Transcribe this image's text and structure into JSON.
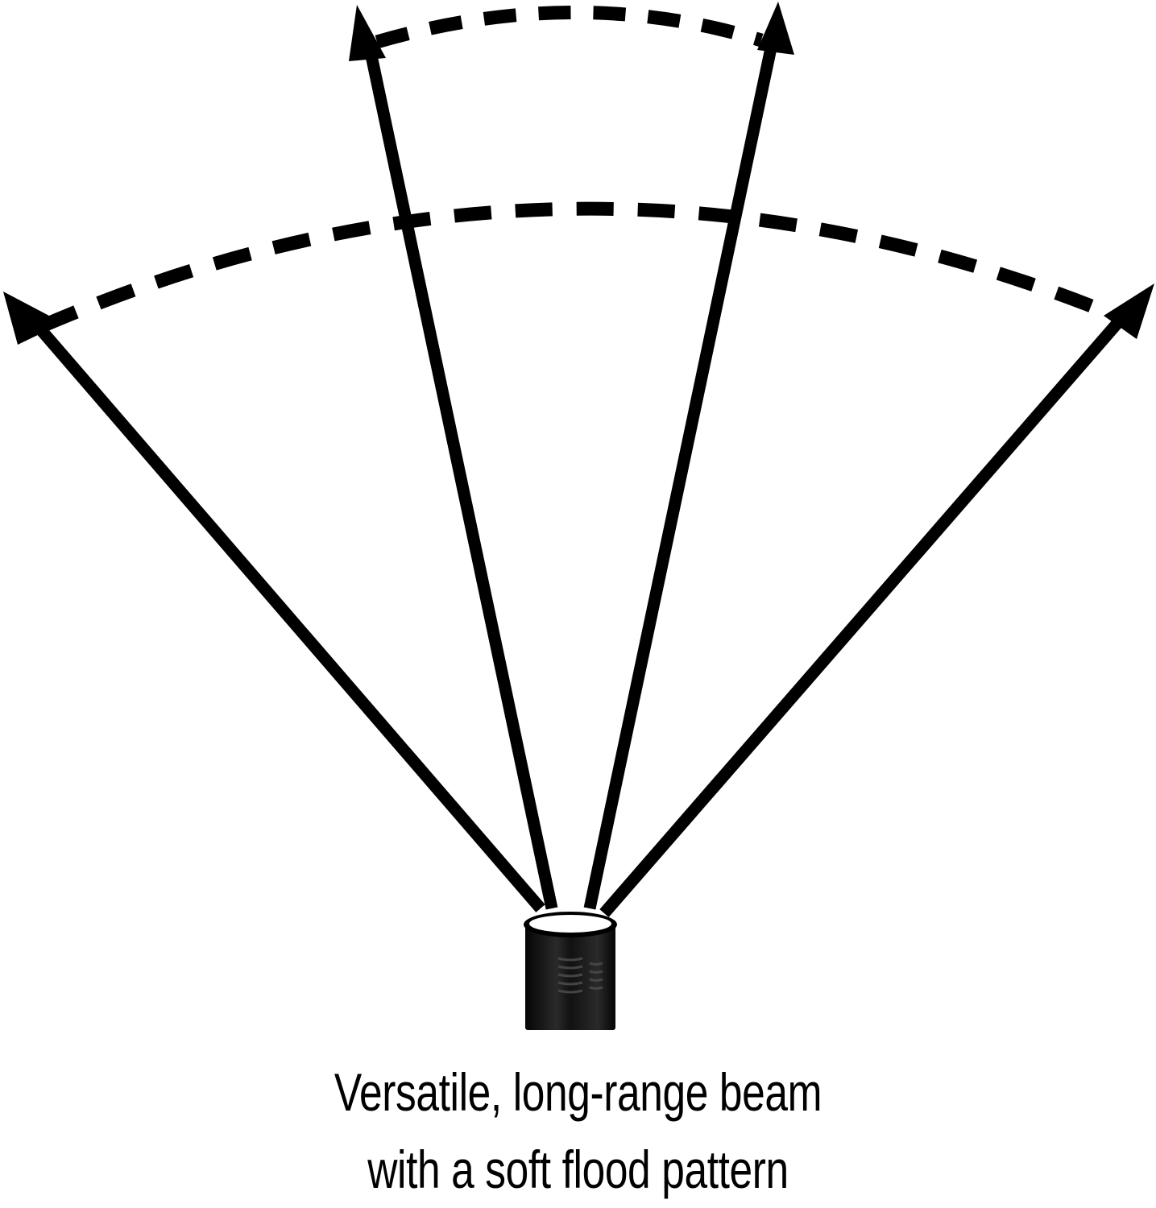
{
  "caption": {
    "line1": "Versatile, long-range beam",
    "line2": "with a soft flood pattern"
  },
  "icons": {
    "flashlight": "flashlight-icon"
  },
  "colors": {
    "ink": "#000000",
    "background": "#ffffff",
    "lens": "#ffffff",
    "body": "#0d0d0d",
    "body_highlight": "#3a3a3a"
  },
  "beams": {
    "narrow": "spot-beam",
    "wide": "flood-beam"
  }
}
